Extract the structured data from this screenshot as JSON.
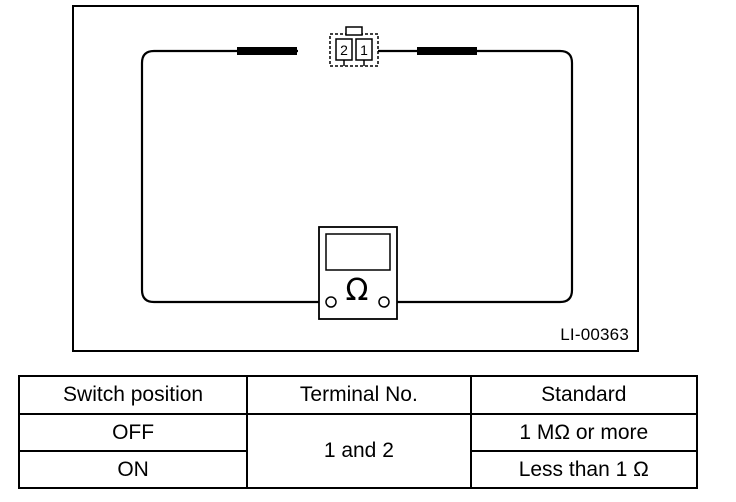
{
  "diagram": {
    "figure_id": "LI-00363",
    "connector_pins": [
      "2",
      "1"
    ],
    "meter_symbol": "Ω"
  },
  "table": {
    "headers": [
      "Switch position",
      "Terminal No.",
      "Standard"
    ],
    "rows": [
      {
        "switch_position": "OFF",
        "terminal": "1 and 2",
        "standard": "1 MΩ or more"
      },
      {
        "switch_position": "ON",
        "standard": "Less than 1 Ω"
      }
    ]
  },
  "icons": [
    "connector-icon",
    "ohmmeter-icon",
    "ohm-symbol-icon"
  ]
}
